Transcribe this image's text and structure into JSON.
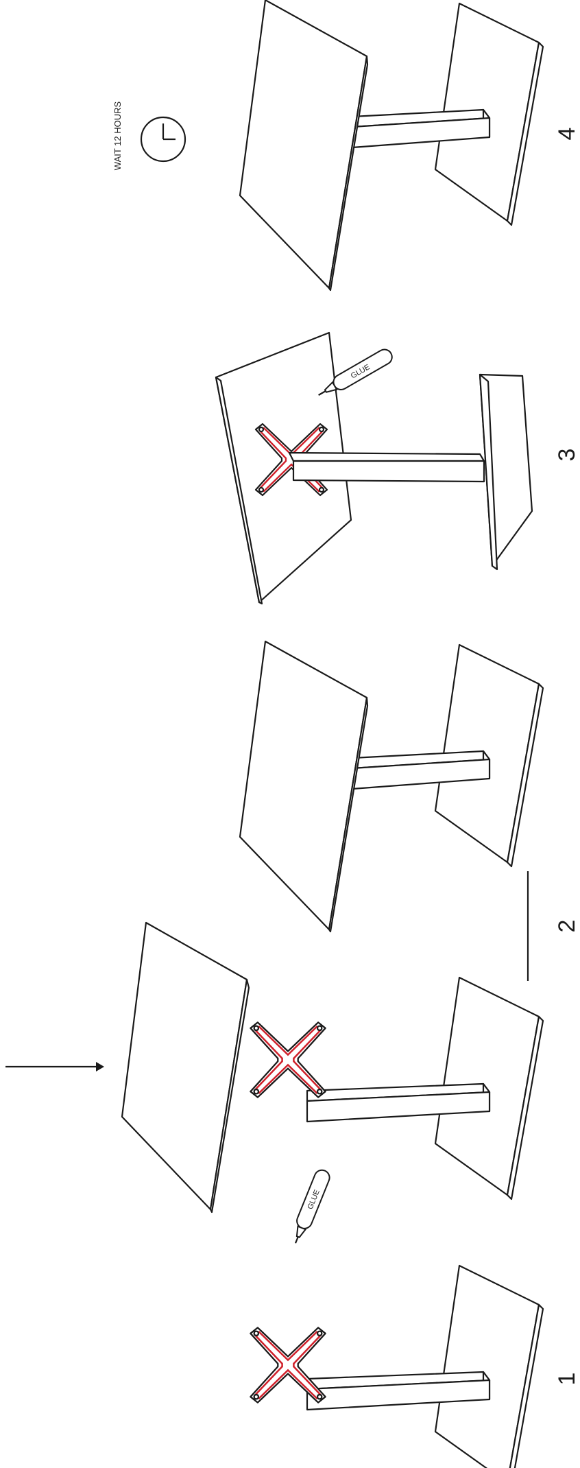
{
  "steps": [
    {
      "number": "1"
    },
    {
      "number": "2"
    },
    {
      "number": "3"
    },
    {
      "number": "4",
      "note": "WAIT 12 HOURS"
    }
  ],
  "glue_label": "GLUE",
  "colors": {
    "line": "#1a1a1a",
    "glue_highlight": "#d0202a",
    "background": "#ffffff"
  },
  "icons": [
    "glue-tube-icon",
    "clock-icon",
    "arrow-icon"
  ]
}
